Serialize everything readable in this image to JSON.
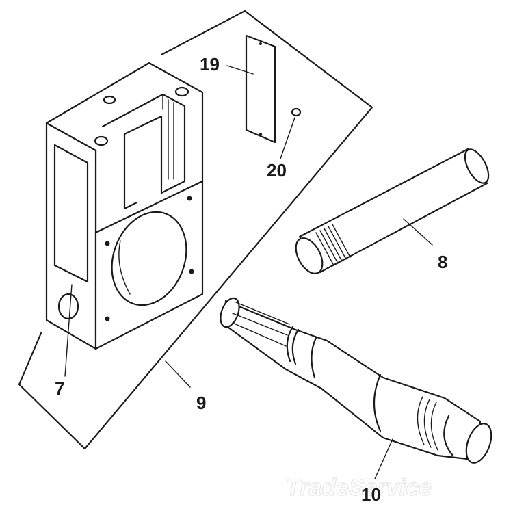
{
  "callouts": [
    {
      "id": "7",
      "label": "7"
    },
    {
      "id": "8",
      "label": "8"
    },
    {
      "id": "9",
      "label": "9"
    },
    {
      "id": "10",
      "label": "10"
    },
    {
      "id": "19",
      "label": "19"
    },
    {
      "id": "20",
      "label": "20"
    }
  ],
  "watermark": "TradeService"
}
